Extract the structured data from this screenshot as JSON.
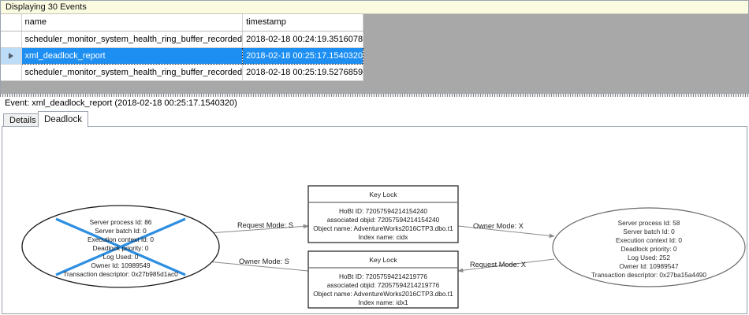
{
  "events_panel": {
    "header_text": "Displaying 30 Events",
    "columns": [
      "name",
      "timestamp"
    ],
    "rows": [
      {
        "selected": false,
        "marker": "",
        "name": "scheduler_monitor_system_health_ring_buffer_recorded",
        "timestamp": "2018-02-18 00:24:19.3516078"
      },
      {
        "selected": true,
        "marker": "row-marker-icon",
        "name": "xml_deadlock_report",
        "timestamp": "2018-02-18 00:25:17.1540320"
      },
      {
        "selected": false,
        "marker": "",
        "name": "scheduler_monitor_system_health_ring_buffer_recorded",
        "timestamp": "2018-02-18 00:25:19.5276859"
      }
    ]
  },
  "event_detail": {
    "label": "Event: xml_deadlock_report (2018-02-18 00:25:17.1540320)",
    "tabs": [
      {
        "label": "Details",
        "active": false
      },
      {
        "label": "Deadlock",
        "active": true
      }
    ]
  },
  "deadlock_graph": {
    "victim_process": {
      "is_victim": true,
      "lines": [
        "Server process Id: 86",
        "Server batch Id: 0",
        "Execution context Id: 0",
        "Deadlock priority: 0",
        "Log Used: 0",
        "Owner Id: 10989549",
        "Transaction descriptor: 0x27b985d1ac0"
      ]
    },
    "surviving_process": {
      "is_victim": false,
      "lines": [
        "Server process Id: 58",
        "Server batch Id: 0",
        "Execution context Id: 0",
        "Deadlock priority: 0",
        "Log Used: 252",
        "Owner Id: 10989547",
        "Transaction descriptor: 0x27ba15a4490"
      ]
    },
    "resources": [
      {
        "title": "Key Lock",
        "lines": [
          "HoBt ID: 72057594214154240",
          "associated objid: 72057594214154240",
          "Object name: AdventureWorks2016CTP3.dbo.t1",
          "Index name: cidx"
        ]
      },
      {
        "title": "Key Lock",
        "lines": [
          "HoBt ID: 72057594214219776",
          "associated objid: 72057594214219776",
          "Object name: AdventureWorks2016CTP3.dbo.t1",
          "Index name: idx1"
        ]
      }
    ],
    "edges": [
      {
        "label": "Request Mode: S",
        "from": "victim-process",
        "to": "key-lock-top"
      },
      {
        "label": "Owner Mode: X",
        "from": "key-lock-top",
        "to": "surviving-process"
      },
      {
        "label": "Owner Mode: S",
        "from": "key-lock-bottom",
        "to": "victim-process"
      },
      {
        "label": "Request Mode: X",
        "from": "surviving-process",
        "to": "key-lock-bottom"
      }
    ],
    "colors": {
      "victim_cross": "#2e8ee0",
      "victim_outline": "#1a1a1a",
      "survivor_outline": "#6b6b6b",
      "edge": "#8a8a8a",
      "selection": "#1d8ff2",
      "header_band": "#fbfbe2"
    }
  }
}
